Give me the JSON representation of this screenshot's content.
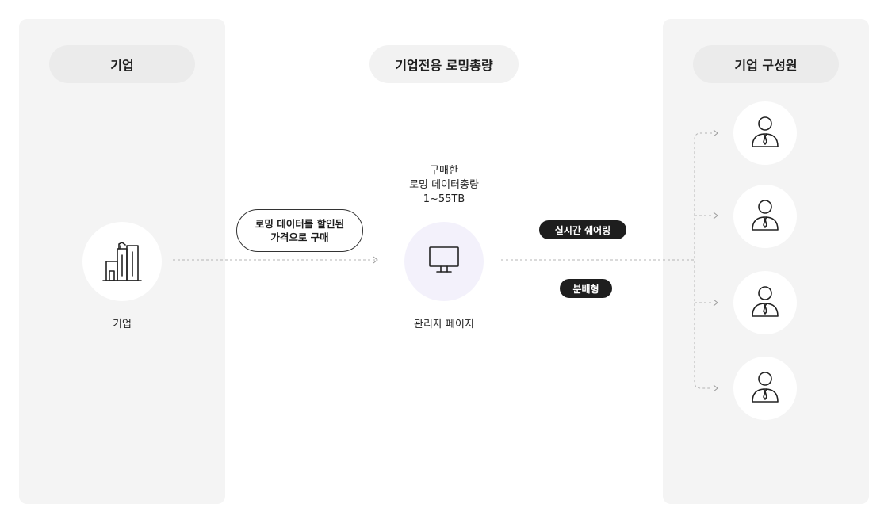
{
  "headers": {
    "company": "기업",
    "center": "기업전용 로밍총량",
    "members": "기업 구성원"
  },
  "company": {
    "icon": "building-icon",
    "label": "기업"
  },
  "purchase_bubble": {
    "line1": "로밍 데이터를 할인된",
    "line2": "가격으로 구매"
  },
  "purchased": {
    "line1": "구매한",
    "line2": "로밍 데이터총량",
    "line3": "1~55TB"
  },
  "admin": {
    "icon": "monitor-icon",
    "label": "관리자 페이지"
  },
  "badges": {
    "sharing": "실시간 쉐어링",
    "distribution": "분배형"
  },
  "members": [
    {
      "icon": "person-icon"
    },
    {
      "icon": "person-icon"
    },
    {
      "icon": "person-icon"
    },
    {
      "icon": "person-icon"
    }
  ],
  "colors": {
    "panel": "#f4f4f4",
    "pill": "#ebebeb",
    "admin_circle": "#f3f1fb",
    "badge": "#1e1e1e",
    "dashed_line": "#b5b5b5"
  }
}
